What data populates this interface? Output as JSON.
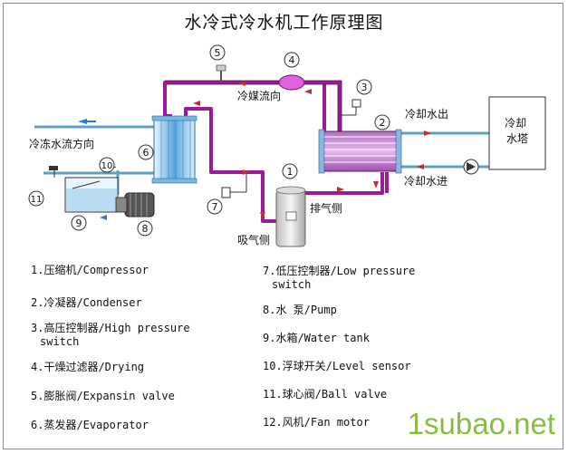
{
  "title": "水冷式冷水机工作原理图",
  "labels": {
    "refrigerant_flow": "冷媒流向",
    "chilled_water_flow": "冷冻水流方向",
    "cooling_water_out": "冷却水出",
    "cooling_water_in": "冷却水进",
    "cooling_tower": "冷却\n水塔",
    "discharge_side": "排气侧",
    "suction_side": "吸气侧"
  },
  "markers": [
    "1",
    "2",
    "3",
    "4",
    "5",
    "6",
    "7",
    "8",
    "9",
    "10",
    "11"
  ],
  "legend_left": [
    "1.压缩机/Compressor",
    "2.冷凝器/Condenser",
    "3.高压控制器/High pressure",
    "switch",
    "4.干燥过滤器/Drying",
    "5.膨胀阀/Expansin valve",
    "6.蒸发器/Evaporator"
  ],
  "legend_right": [
    "7.低压控制器/Low pressure",
    "switch",
    "8.水 泵/Pump",
    "9.水箱/Water tank",
    "10.浮球开关/Level sensor",
    "11.球心阀/Ball valve",
    "12.风机/Fan motor"
  ],
  "watermark": "1subao.net",
  "colors": {
    "refrigerant_pipe": "#9a1a9a",
    "water_pipe": "#5aa0c8",
    "coil": "#58a8e0",
    "arrow_red": "#c03030",
    "arrow_blue": "#2a7ad0",
    "valve": "#d040d0",
    "watermark": "#86bf3f"
  }
}
